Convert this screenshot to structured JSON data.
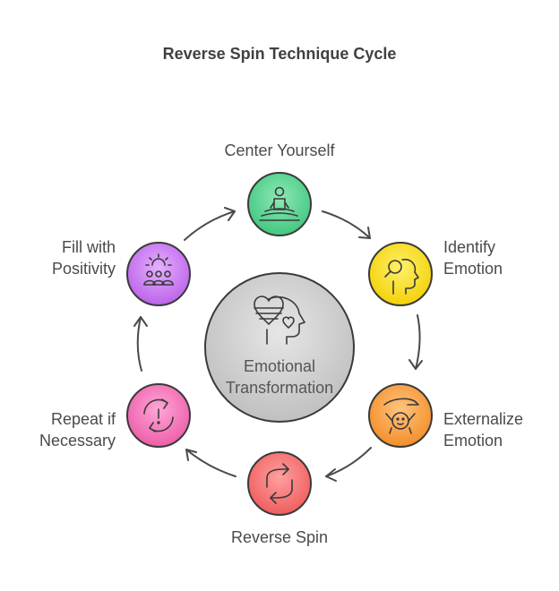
{
  "title": "Reverse Spin Technique Cycle",
  "center": {
    "line1": "Emotional",
    "line2": "Transformation",
    "icon": "heart-head-icon"
  },
  "steps": [
    {
      "id": "center-yourself",
      "lines": [
        "Center Yourself"
      ],
      "icon": "meditation-icon",
      "color": "#4fd08a"
    },
    {
      "id": "identify-emotion",
      "lines": [
        "Identify",
        "Emotion"
      ],
      "icon": "search-head-icon",
      "color": "#f7d716"
    },
    {
      "id": "externalize-emotion",
      "lines": [
        "Externalize",
        "Emotion"
      ],
      "icon": "hand-child-icon",
      "color": "#f59a3a"
    },
    {
      "id": "reverse-spin",
      "lines": [
        "Reverse Spin"
      ],
      "icon": "reverse-cycle-icon",
      "color": "#f26a6a"
    },
    {
      "id": "repeat-if-necessary",
      "lines": [
        "Repeat if",
        "Necessary"
      ],
      "icon": "alert-cycle-icon",
      "color": "#f070b4"
    },
    {
      "id": "fill-with-positivity",
      "lines": [
        "Fill with",
        "Positivity"
      ],
      "icon": "group-sun-icon",
      "color": "#c875ef"
    }
  ]
}
